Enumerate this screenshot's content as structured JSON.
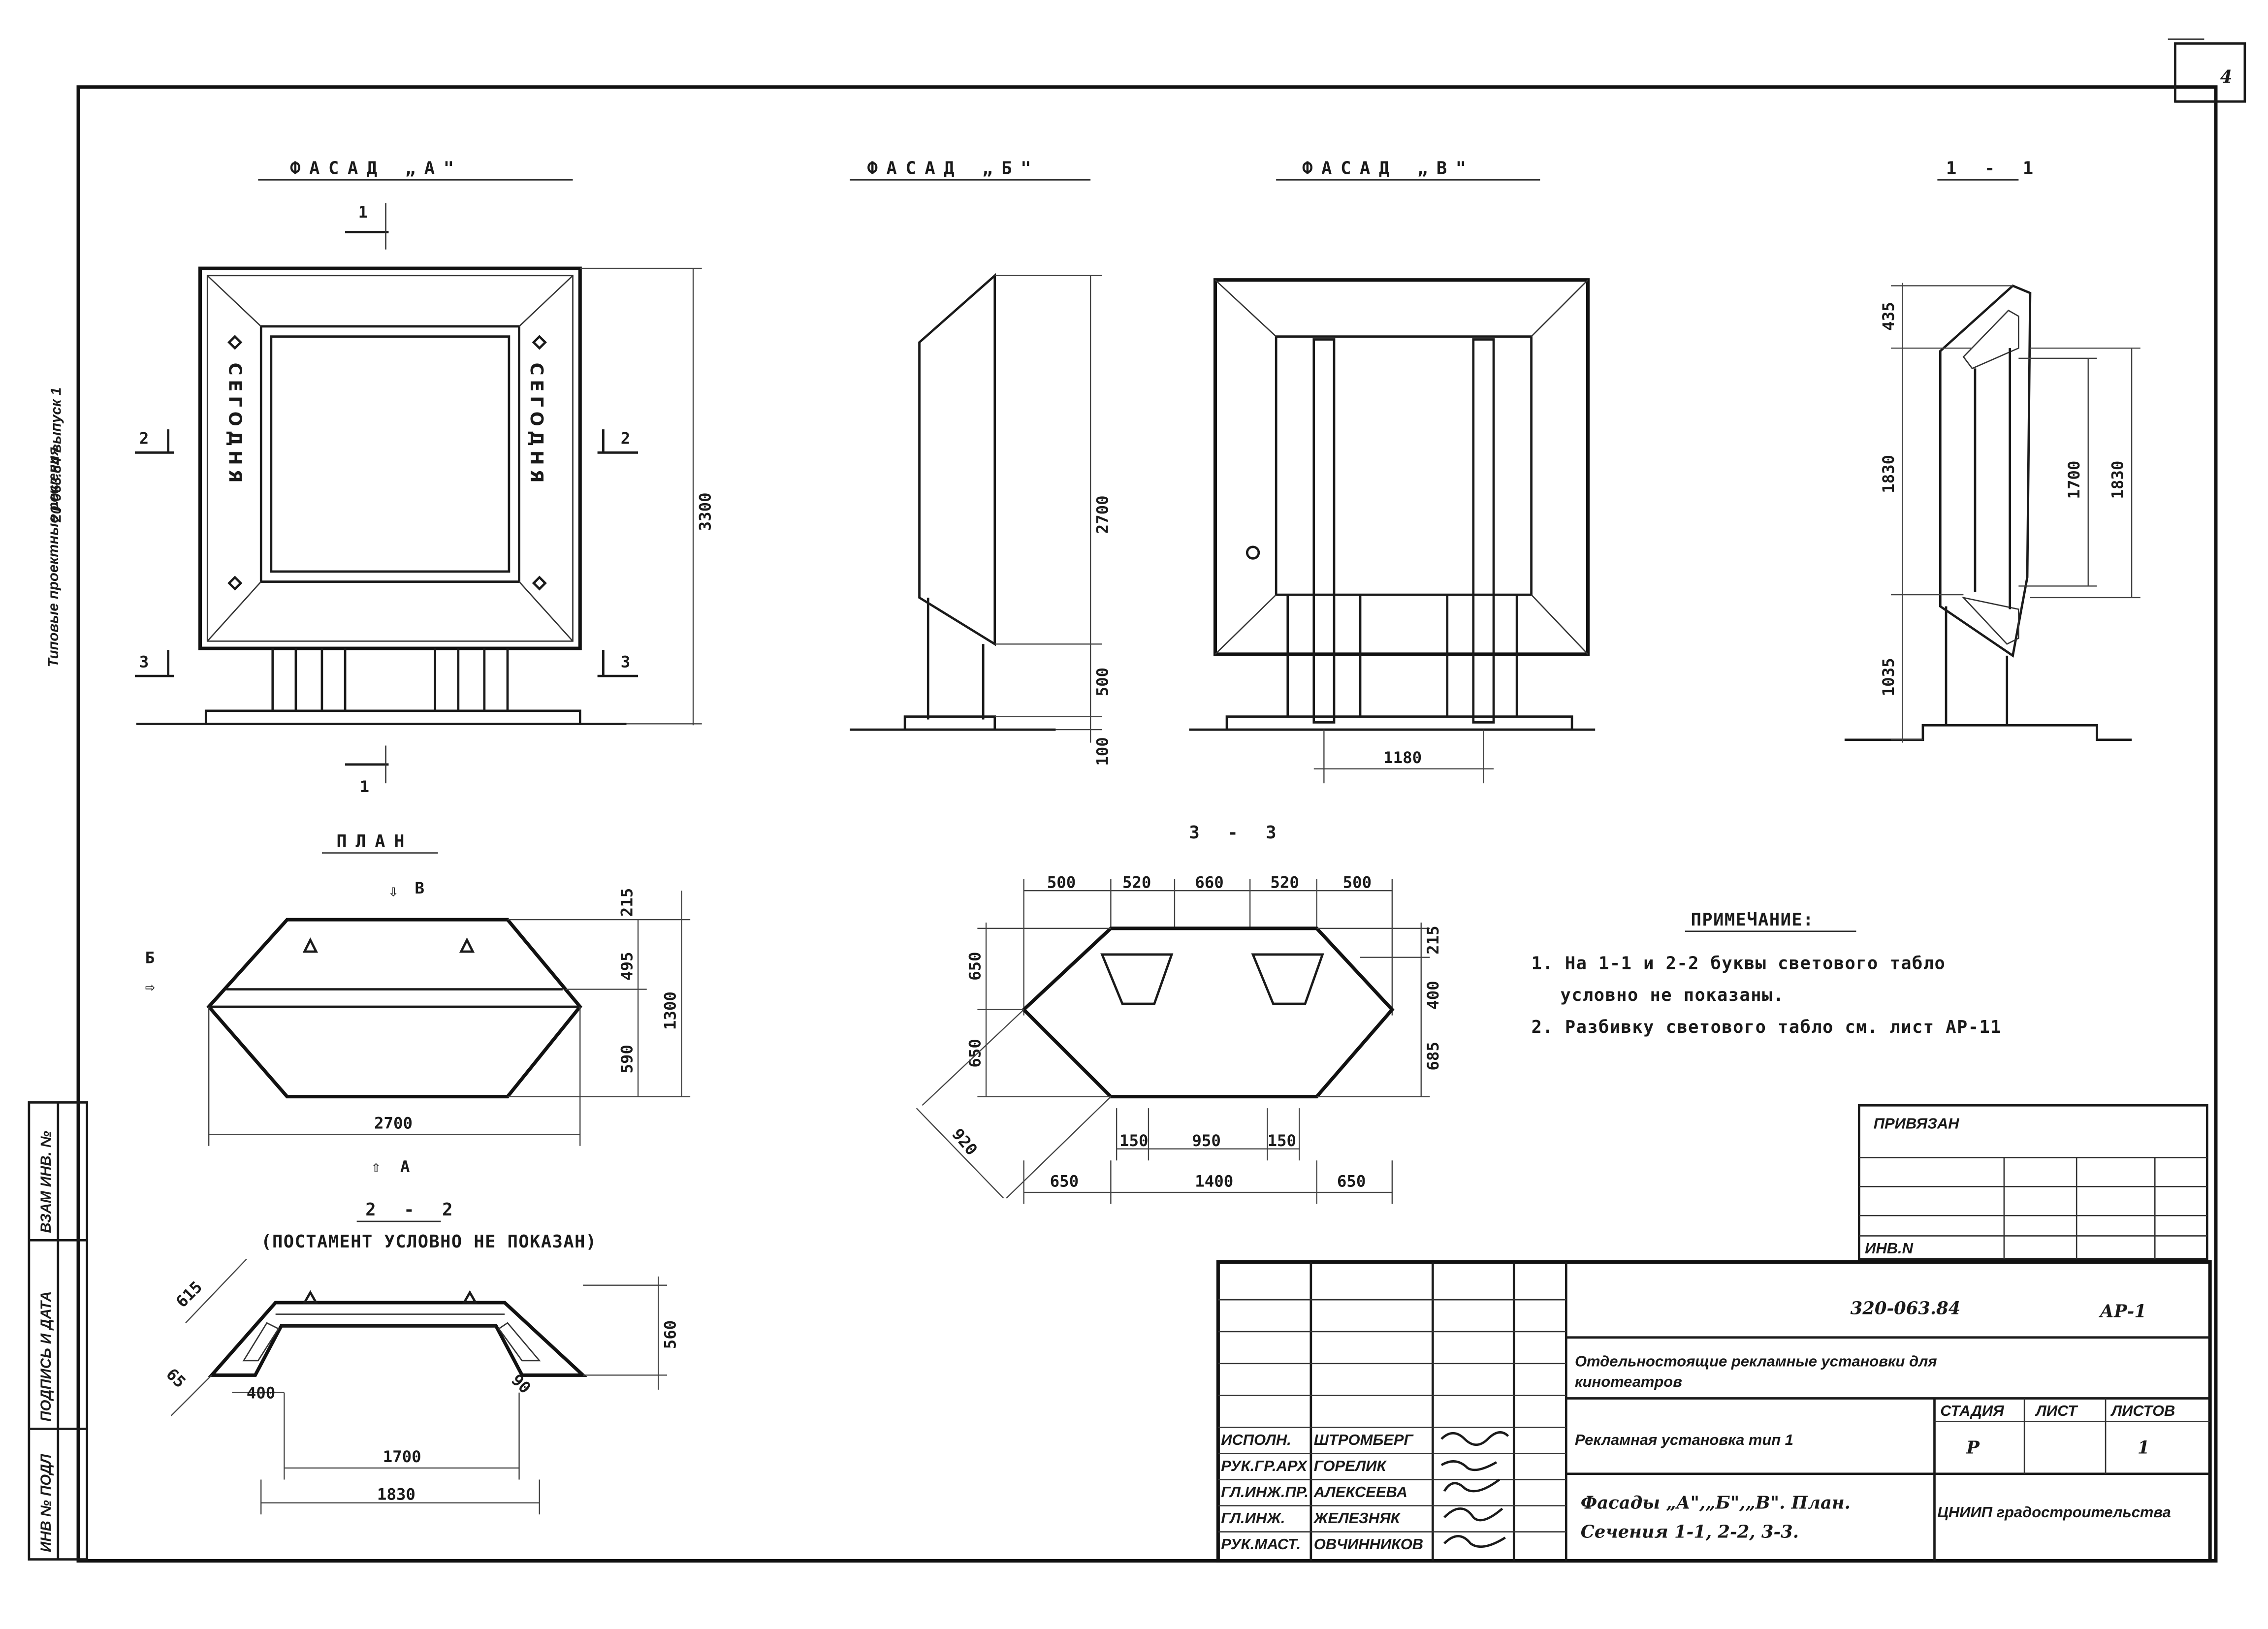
{
  "sheet": {
    "number": "4"
  },
  "margin": {
    "top": "20-063.84   выпуск 1",
    "bottom": "Типовые   проектные  решения"
  },
  "views": {
    "facade_a": {
      "title": "ФАСАД „А\"",
      "cut_top": "1",
      "cut_bottom": "1",
      "section_2": "2",
      "section_3": "3",
      "dim_height": "3300",
      "sign_text": "СЕГОДНЯ"
    },
    "facade_b": {
      "title": "ФАСАД „Б\"",
      "dim_panel": "2700",
      "dim_leg": "500",
      "dim_base": "100"
    },
    "facade_v": {
      "title": "ФАСАД „В\"",
      "dim_width": "1180"
    },
    "section_1_1": {
      "title": "1 - 1",
      "dim_top": "435",
      "dim_mid": "1830",
      "dim_bottom": "1035",
      "dim_inner": "1700",
      "dim_outer": "1830"
    },
    "plan": {
      "title": "ПЛАН",
      "arrow_v": "В",
      "arrow_b": "Б",
      "arrow_a": "А",
      "dim_width": "2700",
      "dim_top": "215",
      "dim_a": "495",
      "dim_b": "590",
      "dim_total": "1300"
    },
    "section_3_3": {
      "title": "3 - 3",
      "top_dims": [
        "500",
        "520",
        "660",
        "520",
        "500"
      ],
      "left_a": "650",
      "left_b": "650",
      "right_top": "215",
      "right_a": "400",
      "right_b": "685",
      "diag": "920",
      "bottom_inner": [
        "150",
        "950",
        "150"
      ],
      "bottom_outer": [
        "650",
        "1400",
        "650"
      ]
    },
    "section_2_2": {
      "title": "2 - 2",
      "subtitle": "(ПОСТАМЕНТ УСЛОВНО НЕ ПОКАЗАН)",
      "dim_615": "615",
      "dim_65": "65",
      "dim_400": "400",
      "dim_90": "90",
      "dim_560": "560",
      "dim_1700": "1700",
      "dim_1830": "1830"
    }
  },
  "note": {
    "heading": "ПРИМЕЧАНИЕ:",
    "line1": "1. На  1-1  и  2-2  буквы  светового  табло",
    "line1b": "условно  не  показаны.",
    "line2": "2. Разбивку   светового  табло  см.  лист  АР-11"
  },
  "binding": {
    "title": "ПРИВЯЗАН",
    "inv": "ИНВ.N"
  },
  "left_strip": [
    "ВЗАМ ИНВ. №",
    "ПОДПИСЬ И ДАТА",
    "ИНВ № ПОДЛ"
  ],
  "title_block": {
    "code": "320-063.84",
    "sheet_code": "АР-1",
    "project": "Отдельностоящие  рекламные   установки   для",
    "project2": "кинотеатров",
    "drawing": "Рекламная  установка  тип 1",
    "contents": "Фасады „А\",„Б\",„В\". План.",
    "contents2": "Сечения  1-1, 2-2, 3-3.",
    "stage_label": "СТАДИЯ",
    "sheet_label": "ЛИСТ",
    "sheets_label": "ЛИСТОВ",
    "stage": "Р",
    "sheets": "1",
    "org": "ЦНИИП градостроительства",
    "roles": [
      "ИСПОЛН.",
      "РУК.ГР.АРХ",
      "ГЛ.ИНЖ.ПР.",
      "ГЛ.ИНЖ.",
      "РУК.МАСТ."
    ],
    "people": [
      "ШТРОМБЕРГ",
      "ГОРЕЛИК",
      "АЛЕКСЕЕВА",
      "ЖЕЛЕЗНЯК",
      "ОВЧИННИКОВ"
    ]
  }
}
